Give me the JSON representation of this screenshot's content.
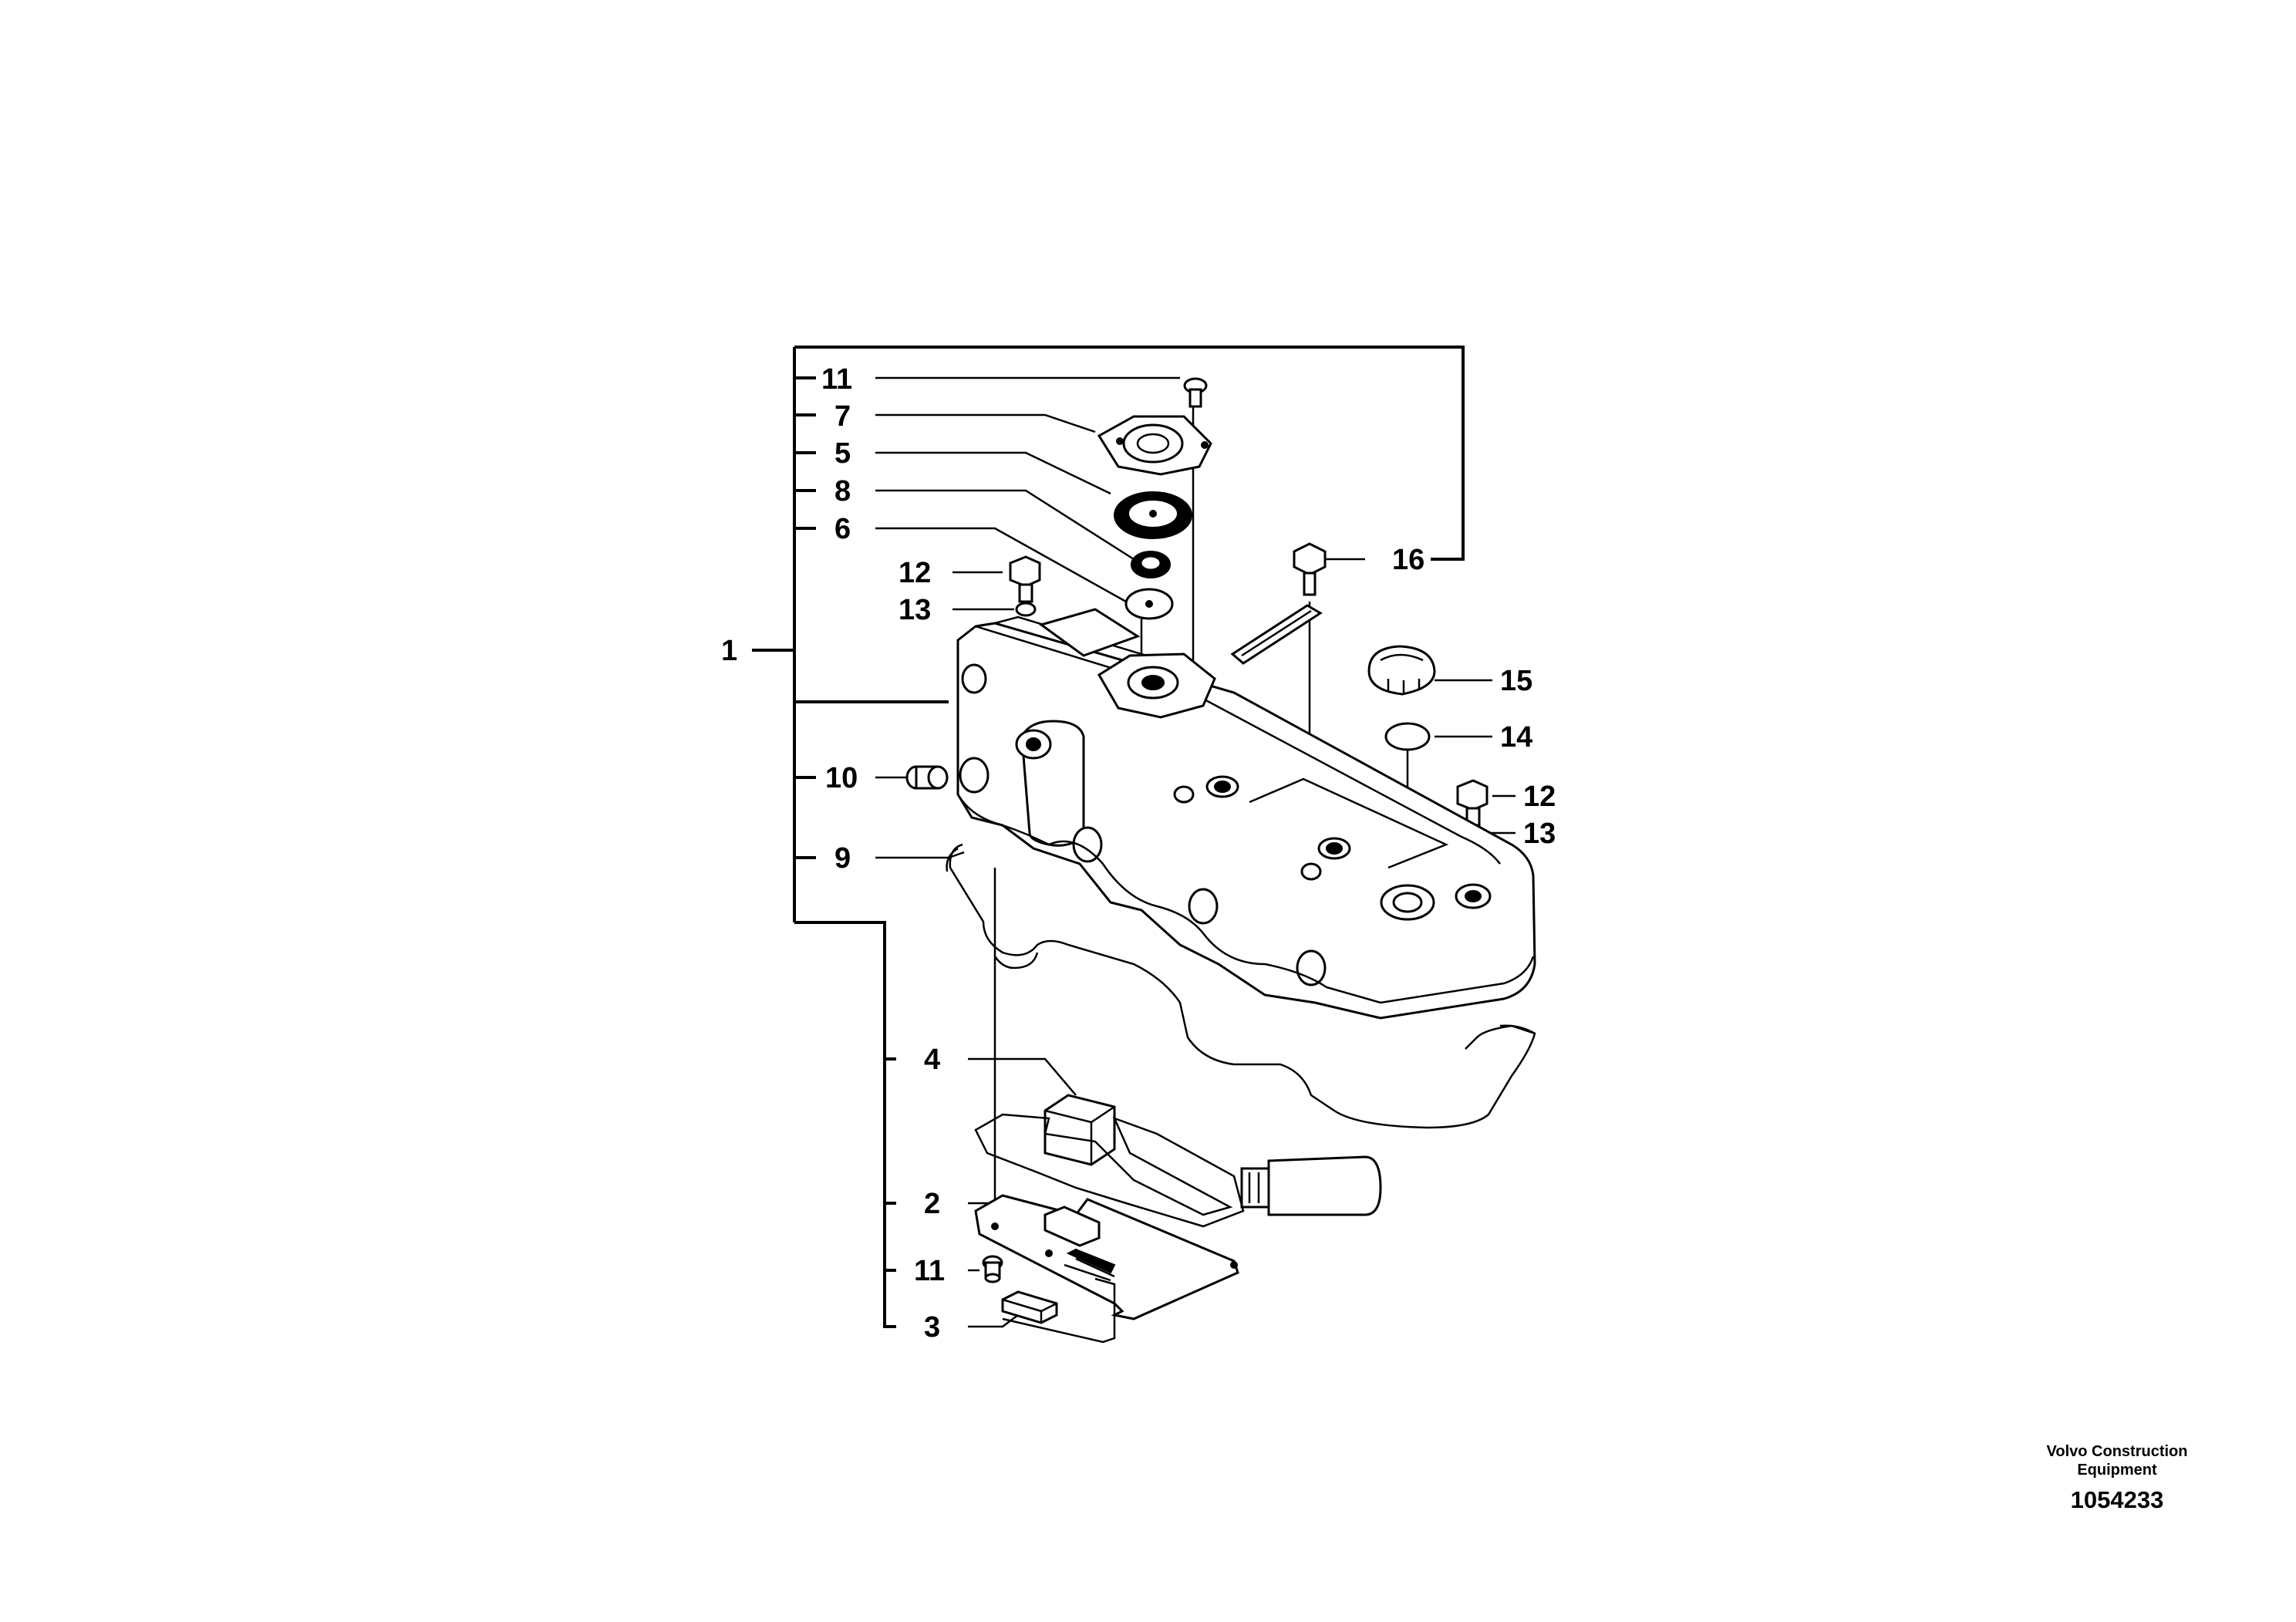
{
  "labels": {
    "l1": "1",
    "l2": "2",
    "l3": "3",
    "l4": "4",
    "l5": "5",
    "l6": "6",
    "l7": "7",
    "l8": "8",
    "l9": "9",
    "l10": "10",
    "l11_top": "11",
    "l11_bottom": "11",
    "l12_left": "12",
    "l12_right": "12",
    "l13_left": "13",
    "l13_right": "13",
    "l14": "14",
    "l15": "15",
    "l16": "16"
  },
  "footer": {
    "brand_line1": "Volvo Construction",
    "brand_line2": "Equipment",
    "drawing_number": "1054233"
  }
}
